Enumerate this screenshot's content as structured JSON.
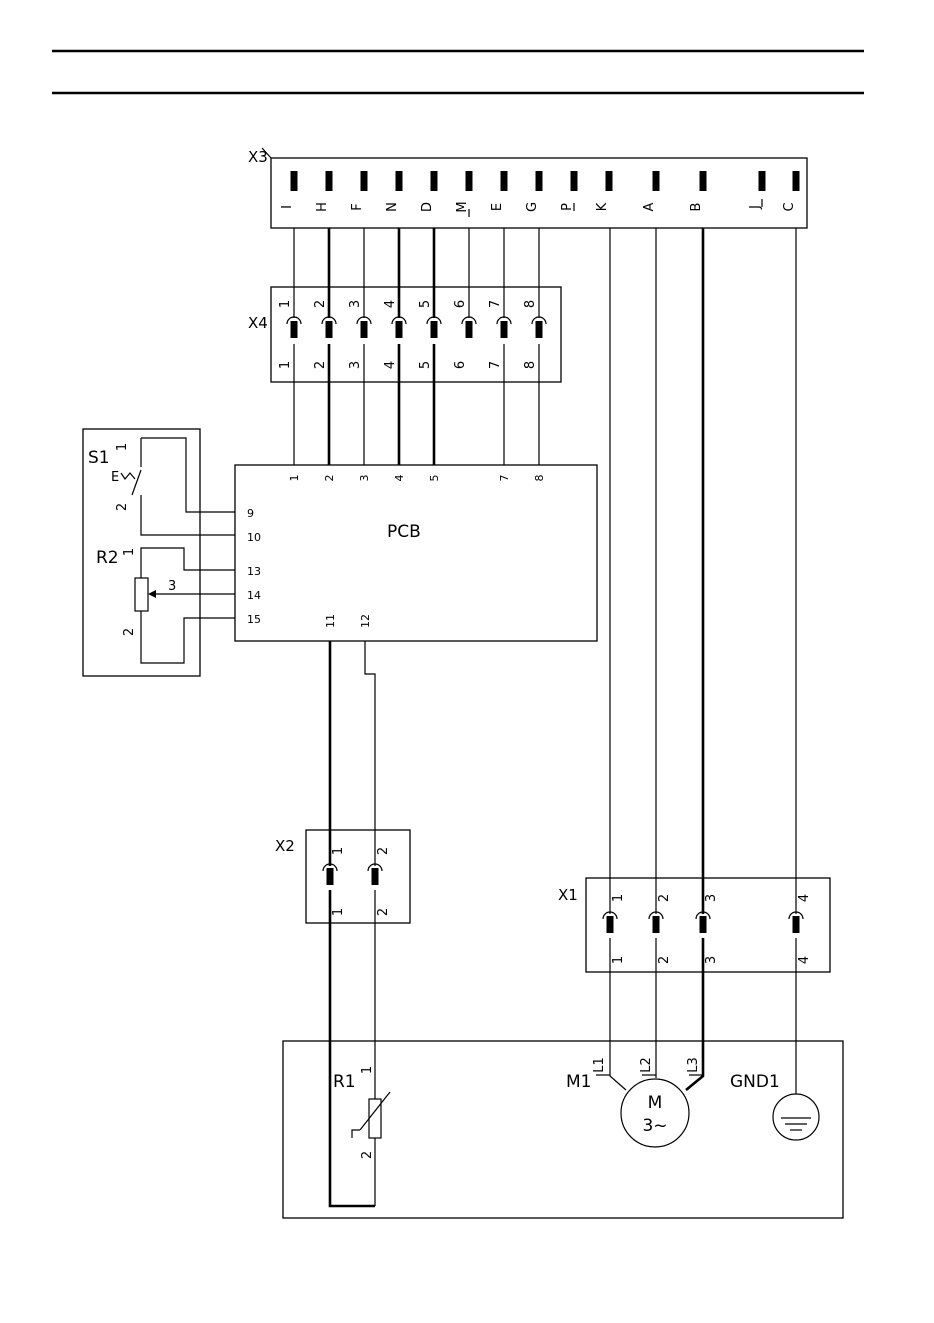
{
  "header_rules": 2,
  "x3": {
    "label": "X3",
    "pins": [
      {
        "id": "I",
        "bold": false
      },
      {
        "id": "H",
        "bold": true
      },
      {
        "id": "F",
        "bold": false
      },
      {
        "id": "N",
        "bold": true
      },
      {
        "id": "D",
        "bold": true
      },
      {
        "id": "M",
        "bold": false
      },
      {
        "id": "E",
        "bold": false
      },
      {
        "id": "G",
        "bold": false
      },
      {
        "id": "P",
        "bold": false
      },
      {
        "id": "K",
        "bold": false
      },
      {
        "id": "A",
        "bold": false
      },
      {
        "id": "B",
        "bold": true
      },
      {
        "id": "J",
        "bold": false
      },
      {
        "id": "C",
        "bold": false
      }
    ]
  },
  "x4": {
    "label": "X4",
    "pins": [
      "1",
      "2",
      "3",
      "4",
      "5",
      "6",
      "7",
      "8"
    ]
  },
  "pcb": {
    "label": "PCB",
    "top_pins": [
      "1",
      "2",
      "3",
      "4",
      "5",
      "7",
      "8"
    ],
    "left_pins": [
      "9",
      "10",
      "13",
      "14",
      "15"
    ],
    "bottom_pins": [
      "11",
      "12"
    ]
  },
  "s1": {
    "label": "S1",
    "pin1": "1",
    "pin2": "2",
    "actuator": "E"
  },
  "r2": {
    "label": "R2",
    "pin1": "1",
    "pin2": "2",
    "pin3": "3"
  },
  "x2": {
    "label": "X2",
    "pins": [
      "1",
      "2"
    ]
  },
  "x1": {
    "label": "X1",
    "pins": [
      "1",
      "2",
      "3",
      "4"
    ]
  },
  "r1": {
    "label": "R1",
    "pin1": "1",
    "pin2": "2"
  },
  "m1": {
    "label": "M1",
    "symbol_top": "M",
    "symbol_bottom": "3~",
    "terminals": [
      "L1",
      "L2",
      "L3"
    ]
  },
  "gnd1": {
    "label": "GND1"
  }
}
